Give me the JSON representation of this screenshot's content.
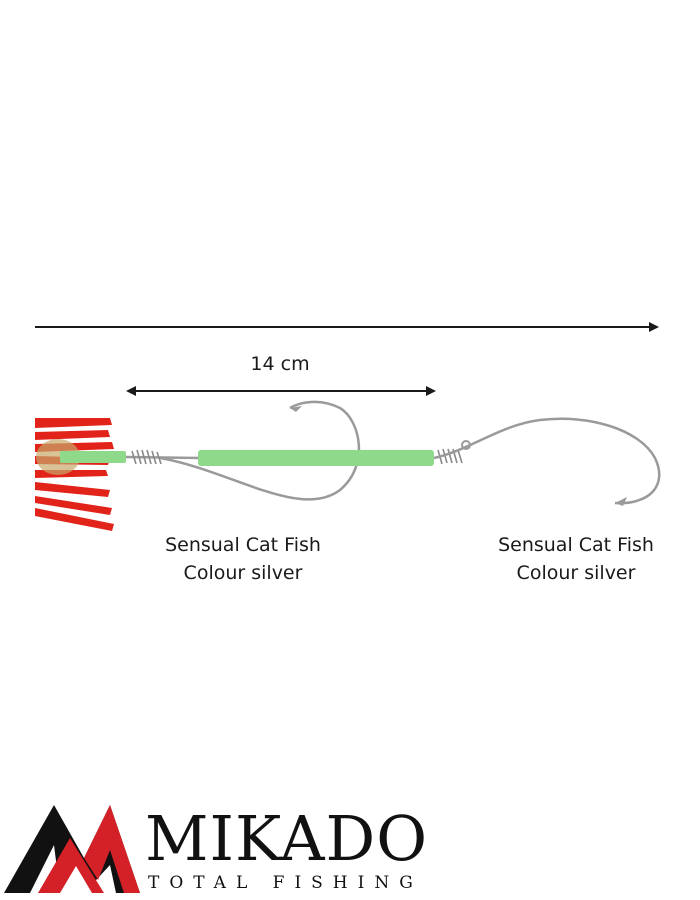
{
  "measure": {
    "label": "14 cm"
  },
  "components": [
    {
      "name": "Sensual Cat Fish",
      "colour": "Colour silver"
    },
    {
      "name": "Sensual Cat Fish",
      "colour": "Colour silver"
    }
  ],
  "brand": {
    "name": "MIKADO",
    "tagline": "TOTAL FISHING"
  },
  "colors": {
    "skirt_red": "#e2231a",
    "tube_green": "#8fd98a",
    "hook_silver": "#9a9a9a",
    "arrow": "#1a1a1a",
    "logo_red": "#d42027",
    "logo_black": "#111111"
  }
}
